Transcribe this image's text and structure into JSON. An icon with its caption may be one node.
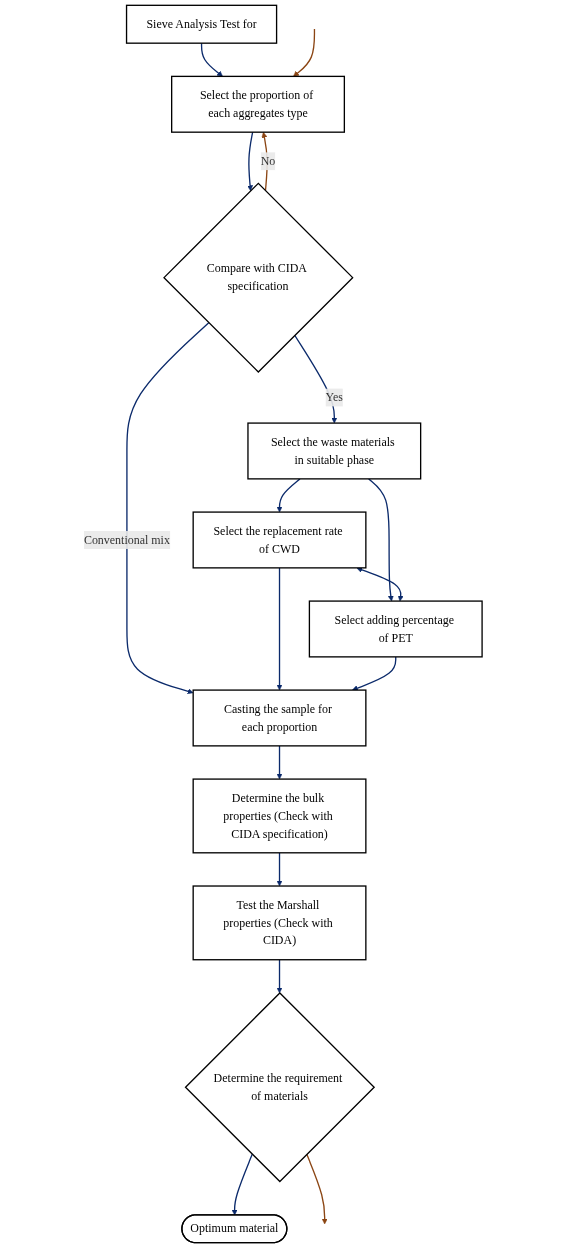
{
  "diagram": {
    "nodes": [
      {
        "text": [
          "Sieve Analysis Test for"
        ]
      },
      {
        "text": [
          "Select the proportion of each aggregates type"
        ]
      },
      {
        "text": [
          "Compare with CIDA specification"
        ]
      },
      {
        "text": [
          "Select the waste materials in suitable phase"
        ]
      },
      {
        "text": [
          "Select the replacement rate of CWD"
        ]
      },
      {
        "text": [
          "Select adding percentage of PET"
        ]
      },
      {
        "text": [
          "Casting the sample for each proportion"
        ]
      },
      {
        "text": [
          "Determine the bulk properties (Check with CIDA specification)"
        ]
      },
      {
        "text": [
          "Test the Marshall properties (Check with CIDA)"
        ]
      },
      {
        "text": [
          "Determine the requirement of materials"
        ]
      },
      {
        "text": [
          "Optimum material"
        ]
      }
    ],
    "edges": [
      {
        "from": 0,
        "to": 1,
        "arrow": "to"
      },
      {
        "from": null,
        "to": 1,
        "arrow": "to",
        "color": "#8b4513"
      },
      {
        "from": 1,
        "to": 2,
        "arrow": "to"
      },
      {
        "from": 2,
        "to": 1,
        "arrow": "to",
        "label": "No",
        "color": "#8b4513"
      },
      {
        "from": 2,
        "to": 3,
        "arrow": "to",
        "label": "Yes"
      },
      {
        "from": 2,
        "to": 6,
        "arrow": "to",
        "label": "Conventional mix"
      },
      {
        "from": 3,
        "to": 4,
        "arrow": "to"
      },
      {
        "from": 3,
        "to": 5,
        "arrow": "to"
      },
      {
        "from": 4,
        "to": 5,
        "arrow": "both"
      },
      {
        "from": 4,
        "to": 6,
        "arrow": "to"
      },
      {
        "from": 5,
        "to": 6,
        "arrow": "to"
      },
      {
        "from": 6,
        "to": 7,
        "arrow": "to"
      },
      {
        "from": 7,
        "to": 8,
        "arrow": "to"
      },
      {
        "from": 8,
        "to": 9,
        "arrow": "to"
      },
      {
        "from": 9,
        "to": 10,
        "arrow": "to"
      },
      {
        "from": 9,
        "to": null,
        "arrow": "to",
        "color": "#8b4513"
      }
    ]
  }
}
